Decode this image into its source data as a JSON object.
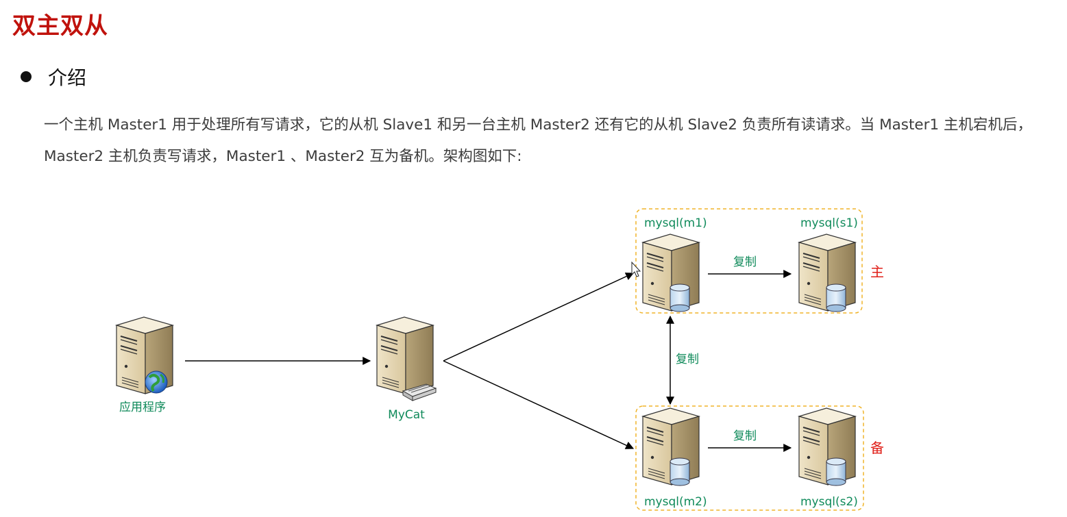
{
  "title": "双主双从",
  "section_heading": "介绍",
  "paragraph": "一个主机 Master1 用于处理所有写请求，它的从机 Slave1 和另一台主机 Master2 还有它的从机 Slave2 负责所有读请求。当 Master1 主机宕机后，Master2 主机负责写请求，Master1 、Master2 互为备机。架构图如下:",
  "diagram": {
    "app_label": "应用程序",
    "mycat_label": "MyCat",
    "m1_label": "mysql(m1)",
    "s1_label": "mysql(s1)",
    "m2_label": "mysql(m2)",
    "s2_label": "mysql(s2)",
    "replicate_top": "复制",
    "replicate_mid": "复制",
    "replicate_bottom": "复制",
    "primary_mark": "主",
    "backup_mark": "备",
    "colors": {
      "label_green": "#0f8a5a",
      "mark_red": "#e0201a",
      "title_red": "#c0120c",
      "group_border": "#f0b429"
    }
  }
}
